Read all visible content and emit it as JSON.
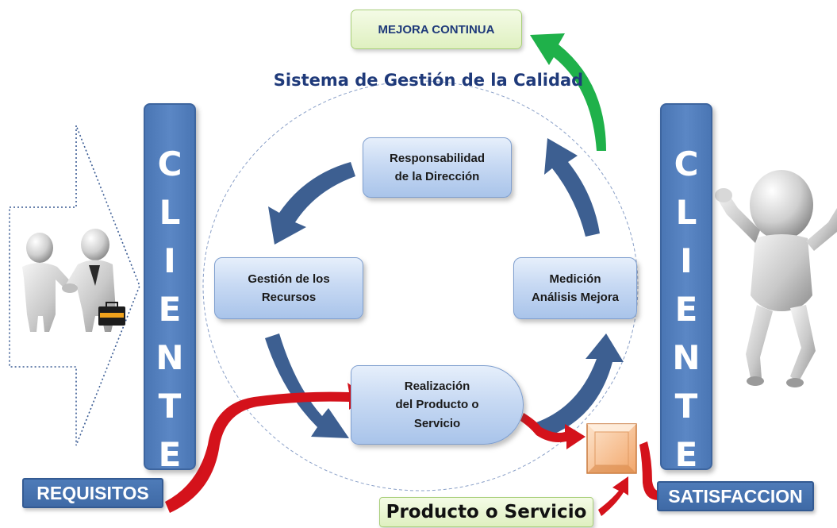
{
  "title": "Sistema de Gestión de la Calidad",
  "top_box": "MEJORA CONTINUA",
  "pillars": {
    "left": [
      "C",
      "L",
      "I",
      "E",
      "N",
      "T",
      "E"
    ],
    "right": [
      "C",
      "L",
      "I",
      "E",
      "N",
      "T",
      "E"
    ]
  },
  "processes": {
    "responsabilidad": [
      "Responsabilidad",
      "de la Dirección"
    ],
    "recursos": [
      "Gestión de los",
      "Recursos"
    ],
    "medicion": [
      "Medición",
      "Análisis Mejora"
    ],
    "realizacion": [
      "Realización",
      "del Producto o",
      "Servicio"
    ]
  },
  "inputs": {
    "requisitos": "REQUISITOS"
  },
  "outputs": {
    "satisfaccion": "SATISFACCION",
    "producto": "Producto o Servicio"
  },
  "colors": {
    "cycle_arrow": "#3d5f91",
    "improvement_arrow": "#1fb14a",
    "flow_arrow": "#d4121b",
    "pillar": "#4f7bbb",
    "title": "#1f3a7a"
  }
}
